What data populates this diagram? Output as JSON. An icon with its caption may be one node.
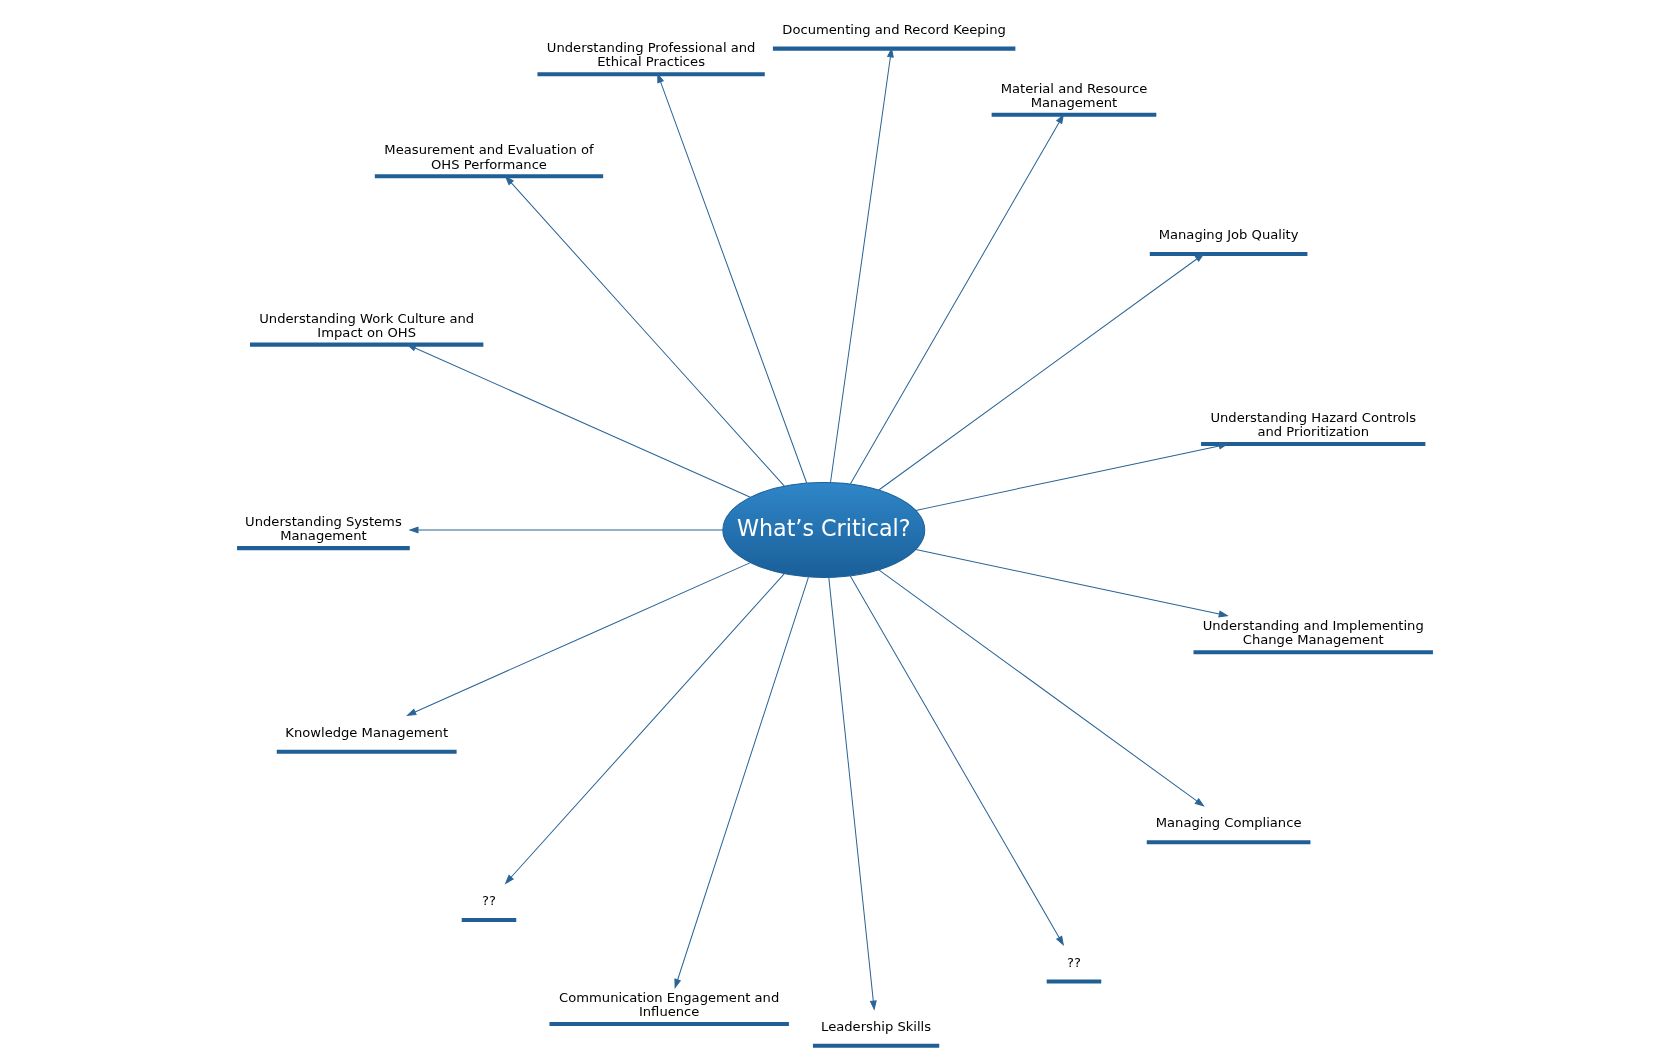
{
  "diagram": {
    "nodes": [
      {
        "text": [
          "What’s Critical?"
        ]
      },
      {
        "text": [
          "Understanding Hazard Controls and Prioritization"
        ]
      },
      {
        "text": [
          "Managing Job Quality"
        ]
      },
      {
        "text": [
          "Material and Resource Management"
        ]
      },
      {
        "text": [
          "Documenting and Record Keeping"
        ]
      },
      {
        "text": [
          "Understanding Professional and Ethical Practices"
        ]
      },
      {
        "text": [
          "Measurement and Evaluation of OHS Performance"
        ]
      },
      {
        "text": [
          "Understanding Work Culture and Impact on OHS"
        ]
      },
      {
        "text": [
          "Understanding Systems Management"
        ]
      },
      {
        "text": [
          "Knowledge Management"
        ]
      },
      {
        "text": [
          "??"
        ]
      },
      {
        "text": [
          "Communication Engagement and Influence"
        ]
      },
      {
        "text": [
          "Leadership Skills"
        ]
      },
      {
        "text": [
          "??"
        ]
      },
      {
        "text": [
          "Managing Compliance"
        ]
      },
      {
        "text": [
          "Understanding and Implementing Change Management"
        ]
      }
    ],
    "edges": [
      {
        "from": 0,
        "to": 1,
        "arrow": "to"
      },
      {
        "from": 0,
        "to": 2,
        "arrow": "to"
      },
      {
        "from": 0,
        "to": 3,
        "arrow": "to"
      },
      {
        "from": 0,
        "to": 4,
        "arrow": "to"
      },
      {
        "from": 0,
        "to": 5,
        "arrow": "to"
      },
      {
        "from": 0,
        "to": 6,
        "arrow": "to"
      },
      {
        "from": 0,
        "to": 7,
        "arrow": "to"
      },
      {
        "from": 0,
        "to": 8,
        "arrow": "to"
      },
      {
        "from": 0,
        "to": 9,
        "arrow": "to"
      },
      {
        "from": 0,
        "to": 10,
        "arrow": "to"
      },
      {
        "from": 0,
        "to": 11,
        "arrow": "to"
      },
      {
        "from": 0,
        "to": 12,
        "arrow": "to"
      },
      {
        "from": 0,
        "to": 13,
        "arrow": "to"
      },
      {
        "from": 0,
        "to": 14,
        "arrow": "to"
      },
      {
        "from": 0,
        "to": 15,
        "arrow": "to"
      }
    ]
  }
}
